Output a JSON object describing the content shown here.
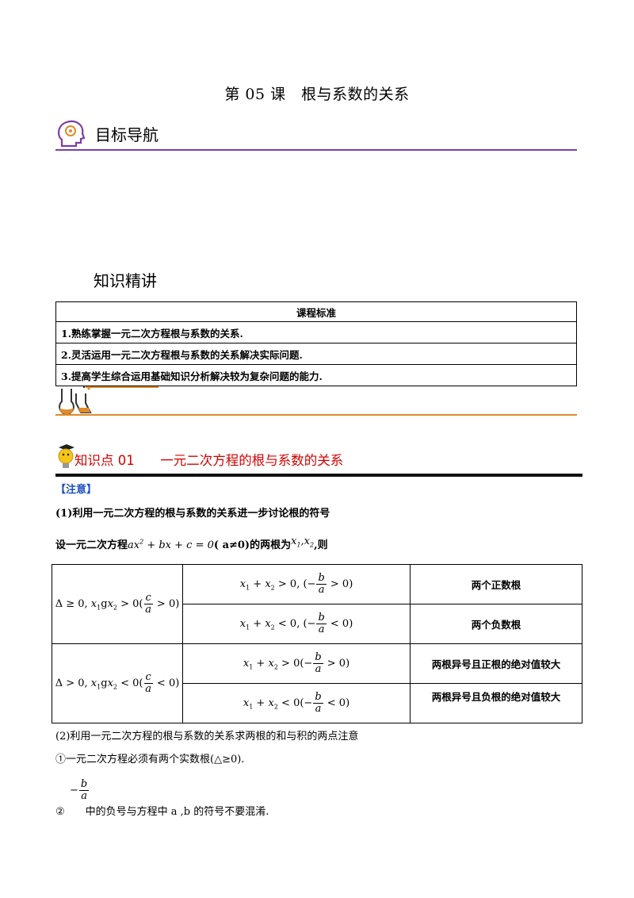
{
  "title": "第 05 课　根与系数的关系",
  "sections": {
    "goals": "目标导航",
    "knowledge": "知识精讲"
  },
  "standards": {
    "header": "课程标准",
    "items": [
      "1.熟练掌握一元二次方程根与系数的关系.",
      "2.灵活运用一元二次方程根与系数的关系解决实际问题.",
      "3.提高学生综合运用基础知识分析解决较为复杂问题的能力."
    ]
  },
  "knowledge_point": {
    "label": "知识点 01",
    "title": "一元二次方程的根与系数的关系"
  },
  "note_label": "【注意】",
  "para1": "(1)利用一元二次方程的根与系数的关系进一步讨论根的符号",
  "intro": {
    "prefix": "设一元二次方程",
    "cond": "( a≠0)的两根为",
    "suffix": ",则"
  },
  "table": {
    "rows": [
      {
        "result": "两个正数根"
      },
      {
        "result": "两个负数根"
      },
      {
        "result": "两根异号且正根的绝对值较大"
      },
      {
        "result": "两根异号且负根的绝对值较大"
      }
    ]
  },
  "para2": "(2)利用一元二次方程的根与系数的关系求两根的和与积的两点注意",
  "point1": "①一元二次方程必须有两个实数根(△≥0).",
  "point2": {
    "marker": "②",
    "text": "中的负号与方程中 a ,b 的符号不要混淆."
  }
}
